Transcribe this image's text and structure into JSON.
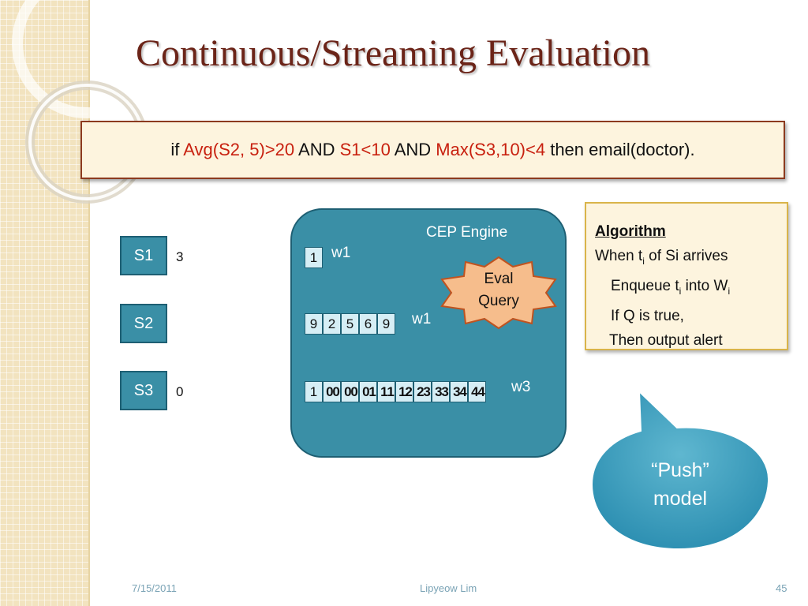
{
  "slide": {
    "title": "Continuous/Streaming Evaluation",
    "query": {
      "p1": "if ",
      "h1": "Avg(S2, 5)>20",
      "p2": " AND ",
      "h2": "S1<10",
      "p3": " AND ",
      "h3": "Max(S3,10)<4",
      "p4": " then email(doctor)."
    },
    "streams": [
      {
        "label": "S1",
        "value": "3"
      },
      {
        "label": "S2",
        "value": ""
      },
      {
        "label": "S3",
        "value": "0"
      }
    ],
    "engine": {
      "label": "CEP Engine",
      "windows": [
        {
          "label": "w1",
          "cells": [
            "1"
          ]
        },
        {
          "label": "w1",
          "cells": [
            "9",
            "2",
            "5",
            "6",
            "9"
          ]
        },
        {
          "label": "w3",
          "cells": [
            "1",
            "0 0",
            "0 0",
            "0 1",
            "1 1",
            "1 2",
            "2 3",
            "3 3",
            "3 4",
            "4 4"
          ]
        }
      ],
      "eval_line1": "Eval",
      "eval_line2": "Query"
    },
    "algorithm": {
      "heading": "Algorithm",
      "l1a": "When t",
      "l1s": "i",
      "l1b": " of Si arrives",
      "l2a": "Enqueue t",
      "l2s": "i",
      "l2b": " into W",
      "l2s2": "i",
      "l3": "If Q is true,",
      "l4": "Then output alert"
    },
    "callout": {
      "line1": "“Push”",
      "line2": "model"
    },
    "footer": {
      "date": "7/15/2011",
      "author": "Lipyeow Lim",
      "page": "45"
    },
    "colors": {
      "title": "#6b2418",
      "highlight": "#c8200f",
      "teal": "#3a8fa6",
      "star": "#f6bd8c"
    }
  }
}
